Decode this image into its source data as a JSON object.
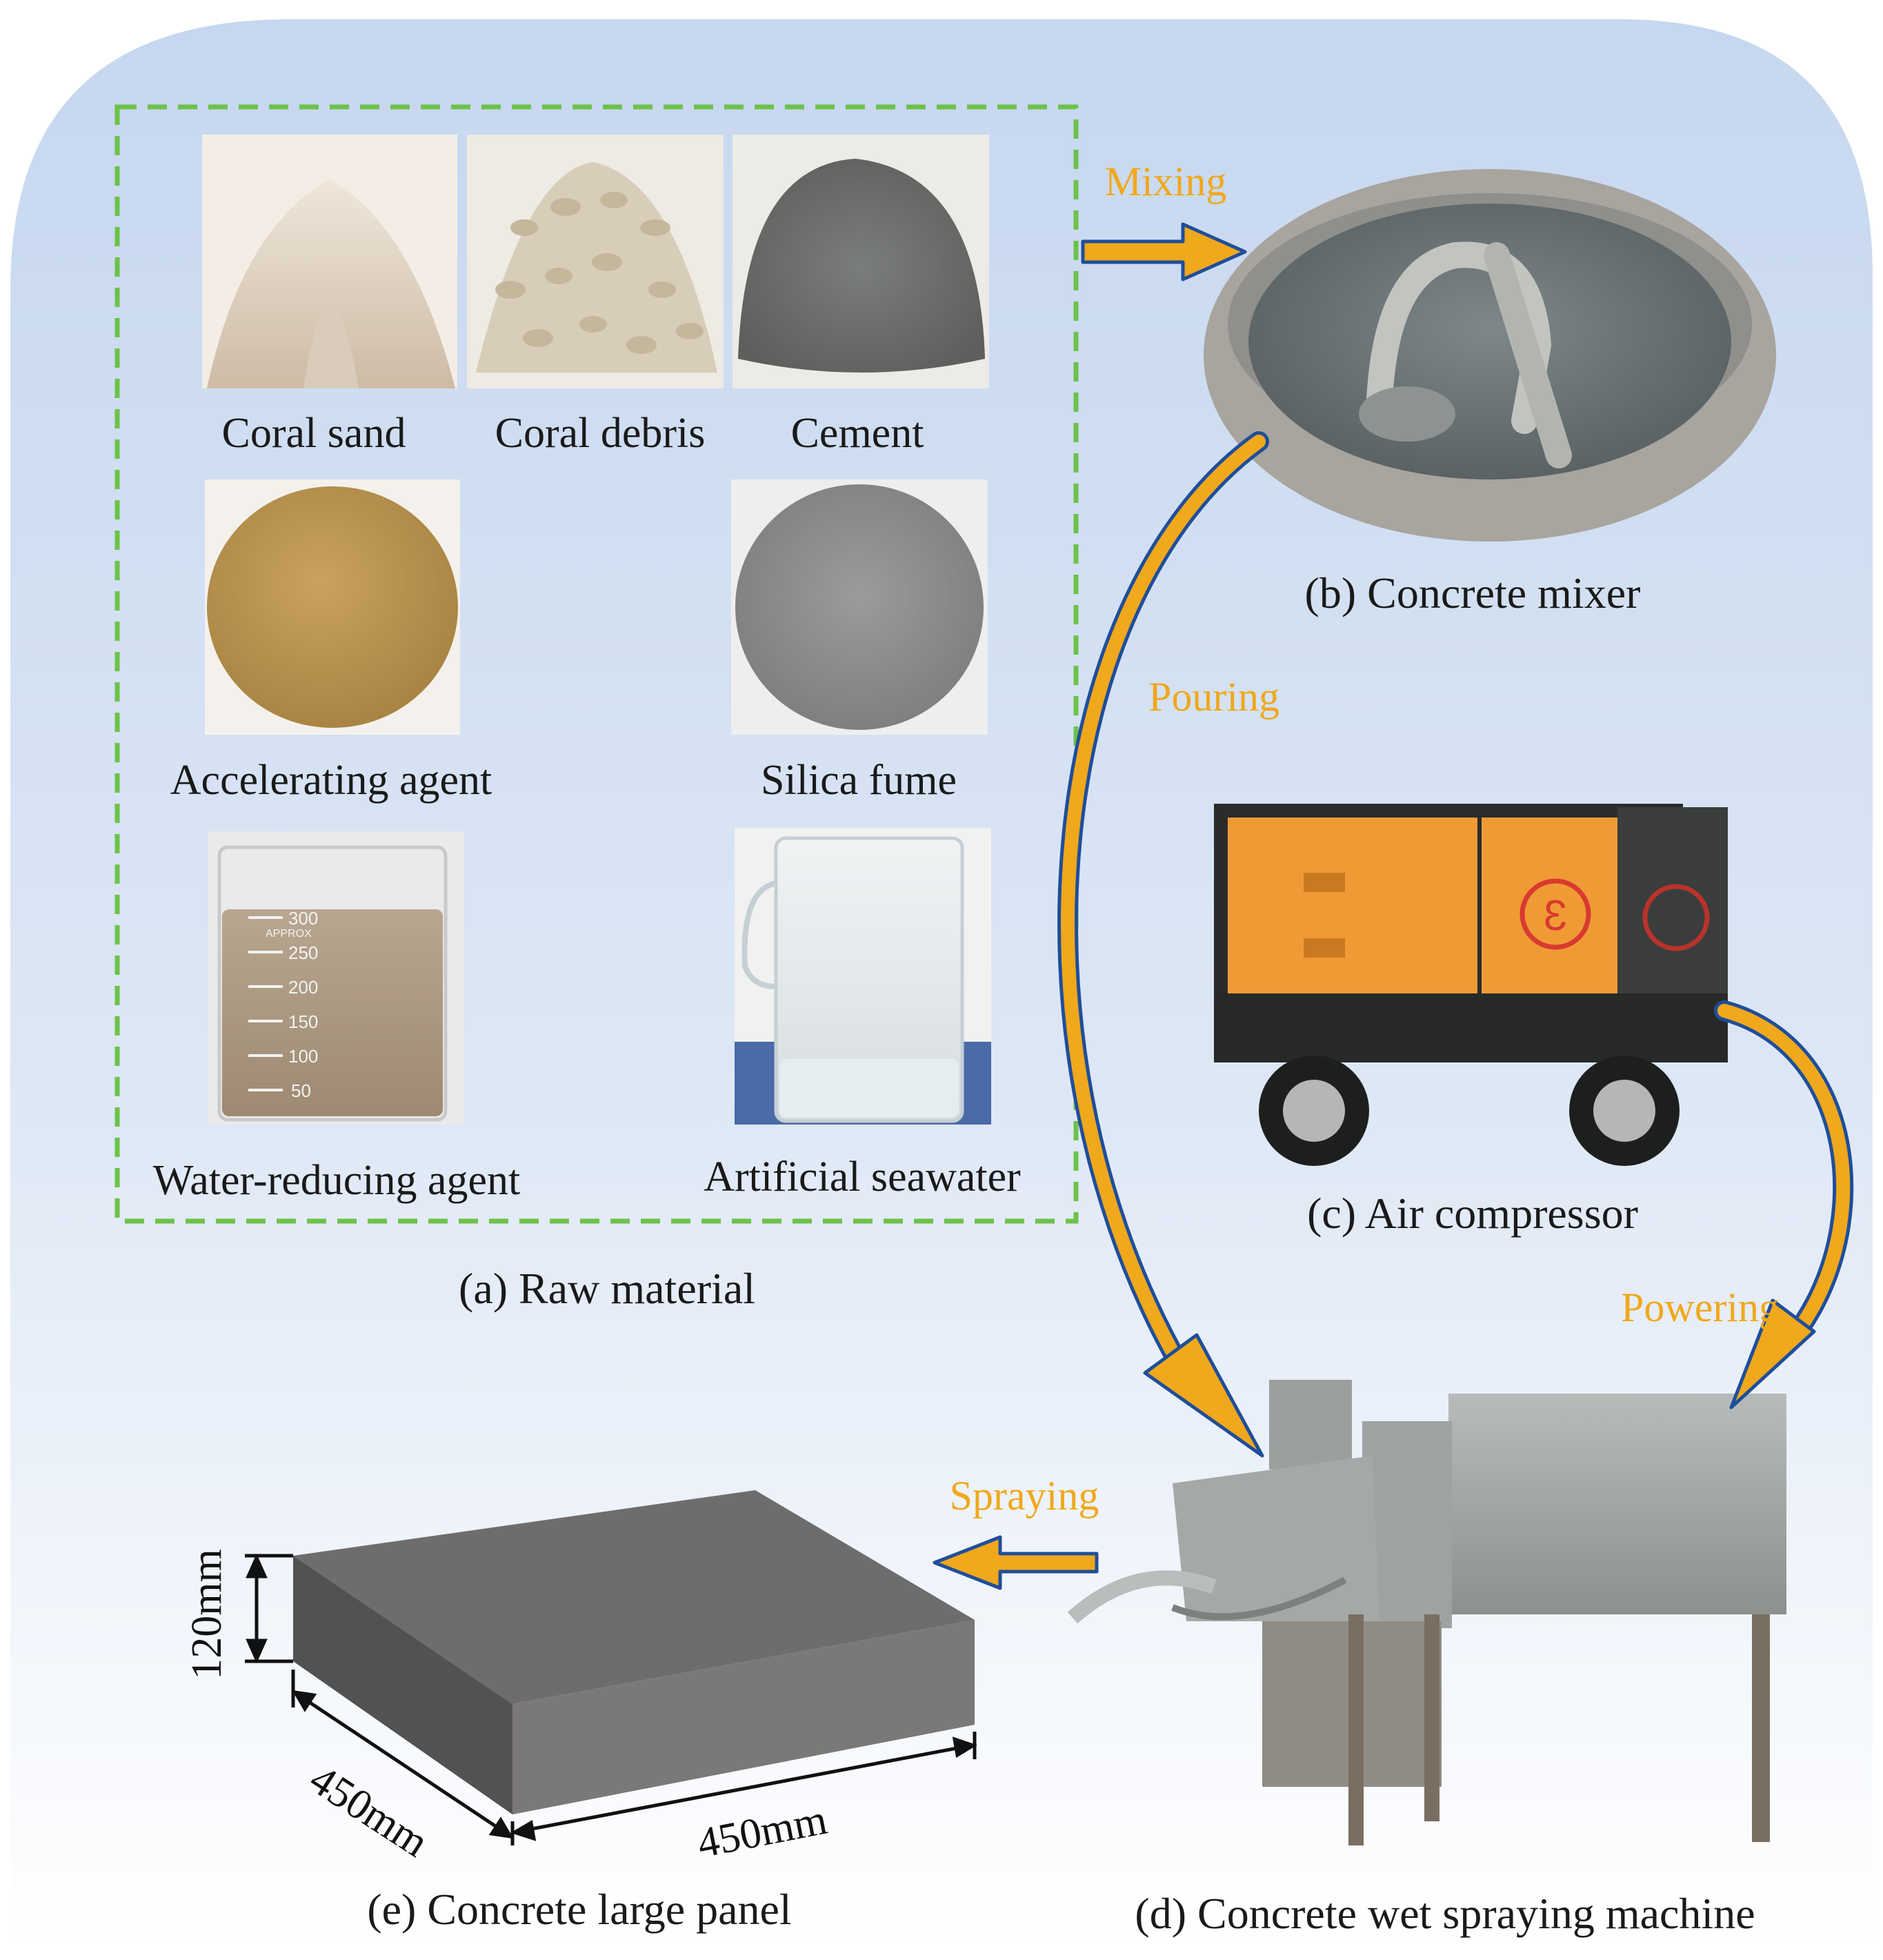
{
  "raw_material": {
    "caption": "(a) Raw material",
    "items": [
      {
        "label": "Coral sand"
      },
      {
        "label": "Coral debris"
      },
      {
        "label": "Cement"
      },
      {
        "label": "Accelerating agent"
      },
      {
        "label": "Silica fume"
      },
      {
        "label": "Water-reducing agent"
      },
      {
        "label": "Artificial seawater"
      }
    ],
    "beaker_marks": [
      "300",
      "APPROX",
      "250",
      "200",
      "150",
      "100",
      "50"
    ]
  },
  "mixer": {
    "caption": "(b) Concrete mixer"
  },
  "compressor": {
    "caption": "(c) Air compressor",
    "stamp": "3"
  },
  "sprayer": {
    "caption": "(d) Concrete wet spraying machine"
  },
  "panel": {
    "caption": "(e) Concrete large panel",
    "dims": {
      "height": "120mm",
      "depth": "450mm",
      "width": "450mm"
    }
  },
  "processes": {
    "mixing": "Mixing",
    "pouring": "Pouring",
    "powering": "Powering",
    "spraying": "Spraying"
  },
  "colors": {
    "arrow_fill": "#f0a81c",
    "arrow_edge": "#1f4e9a",
    "dashed_border": "#6cc24a",
    "process_text": "#f0a81c",
    "background_top": "#c9d9f0",
    "background_bottom": "#ffffff"
  }
}
